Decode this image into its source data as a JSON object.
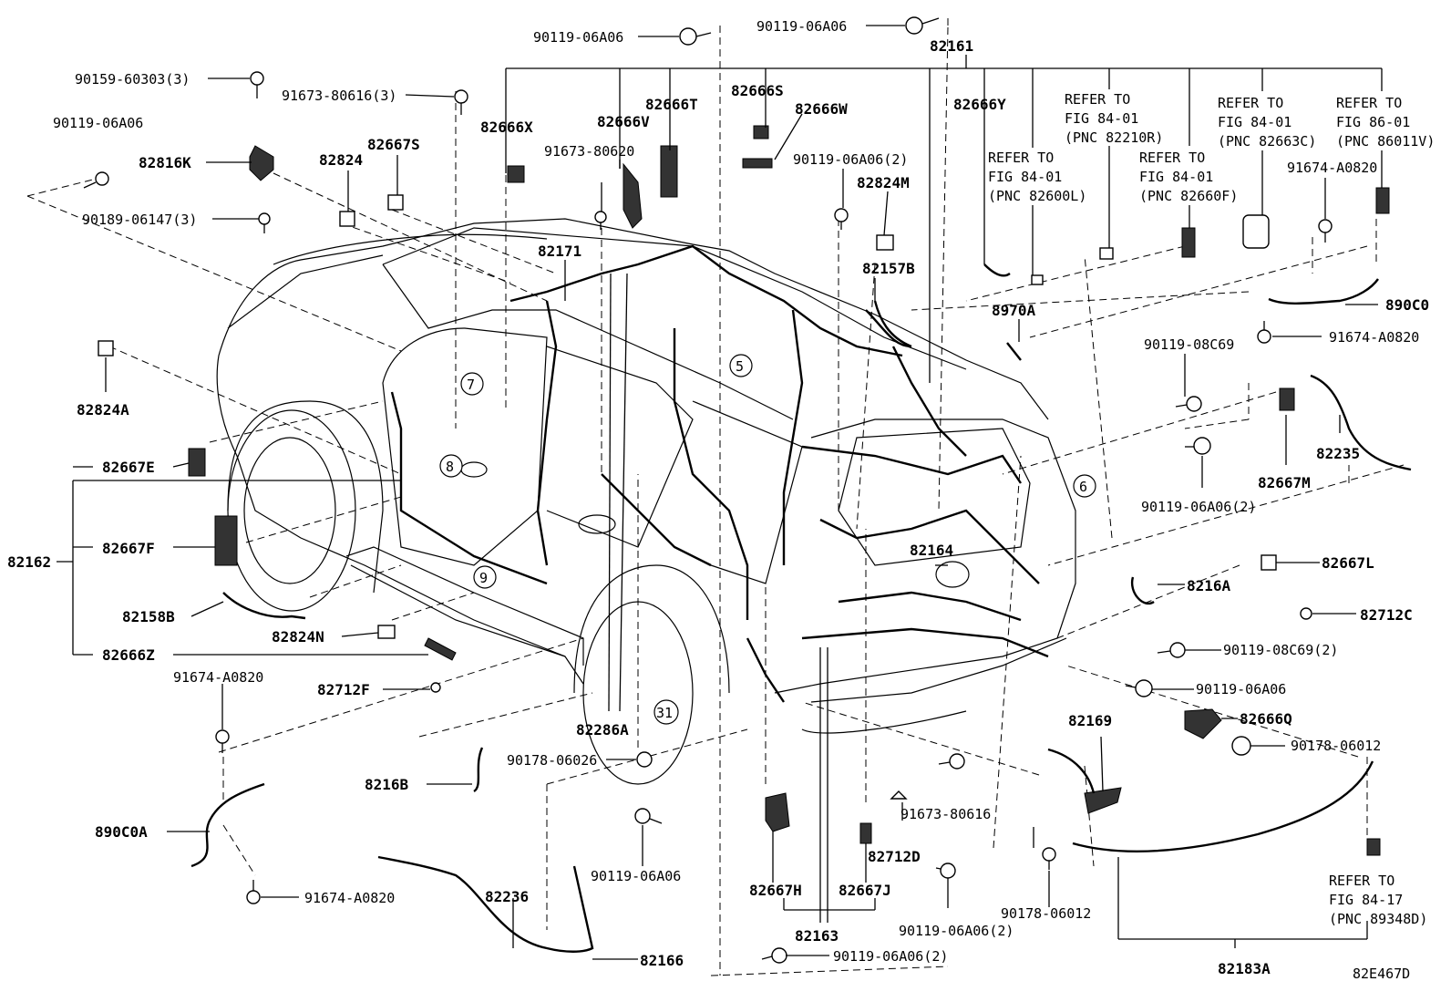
{
  "diagram_code": "82E467D",
  "labels": {
    "l_90119_06A06_top1": "90119-06A06",
    "l_90119_06A06_top2": "90119-06A06",
    "l_82161": "82161",
    "l_90159": "90159-60303(3)",
    "l_91673_80616_3": "91673-80616(3)",
    "l_90119_06A06_left": "90119-06A06",
    "l_82816K": "82816K",
    "l_90189": "90189-06147(3)",
    "l_82824": "82824",
    "l_82667S": "82667S",
    "l_82666X": "82666X",
    "l_82666V": "82666V",
    "l_82666T": "82666T",
    "l_82666S": "82666S",
    "l_82666W": "82666W",
    "l_91673_80620": "91673-80620",
    "l_90119_06A06_2_mid": "90119-06A06(2)",
    "l_82824M": "82824M",
    "l_82666Y": "82666Y",
    "l_82171": "82171",
    "l_82157B": "82157B",
    "l_8970A": "8970A",
    "l_890C0": "890C0",
    "l_91674_A0820_r1": "91674-A0820",
    "l_91674_A0820_r2": "91674-A0820",
    "l_90119_08C69": "90119-08C69",
    "l_82235": "82235",
    "l_82667M": "82667M",
    "l_90119_06A06_2_r": "90119-06A06(2)",
    "l_82824A": "82824A",
    "l_82667E": "82667E",
    "l_82667F": "82667F",
    "l_82162": "82162",
    "l_82158B": "82158B",
    "l_82824N": "82824N",
    "l_82666Z": "82666Z",
    "l_82712F": "82712F",
    "l_91674_A0820_l1": "91674-A0820",
    "l_890C0A": "890C0A",
    "l_91674_A0820_l2": "91674-A0820",
    "l_82164": "82164",
    "l_8216A": "8216A",
    "l_82667L": "82667L",
    "l_82712C": "82712C",
    "l_90119_08C69_2": "90119-08C69(2)",
    "l_90119_06A06_rb": "90119-06A06",
    "l_82169": "82169",
    "l_82666Q": "82666Q",
    "l_90178_06012_r": "90178-06012",
    "l_82286A": "82286A",
    "l_90178_06026": "90178-06026",
    "l_8216B": "8216B",
    "l_91673_80616": "91673-80616",
    "l_90119_06A06_b": "90119-06A06",
    "l_82667H": "82667H",
    "l_82667J": "82667J",
    "l_82712D": "82712D",
    "l_82236": "82236",
    "l_82163": "82163",
    "l_90119_06A06_2_b1": "90119-06A06(2)",
    "l_90119_06A06_2_b2": "90119-06A06(2)",
    "l_90178_06012_b": "90178-06012",
    "l_82166": "82166",
    "l_82183A": "82183A",
    "l_refer_84_17_a": "REFER TO",
    "l_refer_84_17_b": "FIG 84-17",
    "l_refer_84_17_c": "(PNC 89348D)"
  },
  "refer_notes": [
    {
      "line1": "REFER TO",
      "line2": "FIG 84-01",
      "line3": "(PNC 82600L)"
    },
    {
      "line1": "REFER TO",
      "line2": "FIG 84-01",
      "line3": "(PNC 82210R)"
    },
    {
      "line1": "REFER TO",
      "line2": "FIG 84-01",
      "line3": "(PNC 82660F)"
    },
    {
      "line1": "REFER TO",
      "line2": "FIG 84-01",
      "line3": "(PNC 82663C)"
    },
    {
      "line1": "REFER TO",
      "line2": "FIG 86-01",
      "line3": "(PNC 86011V)"
    }
  ],
  "callouts": [
    "7",
    "8",
    "9",
    "5",
    "6",
    "31"
  ]
}
